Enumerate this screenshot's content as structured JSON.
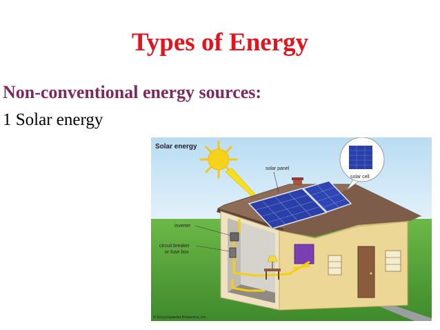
{
  "slide": {
    "title": "Types of Energy",
    "subtitle": "Non-conventional energy sources:",
    "bullet": "1 Solar energy"
  },
  "figure": {
    "heading": "Solar energy",
    "labels": {
      "solar_panel": "solar panel",
      "solar_cell": "solar cell",
      "inverter": "inverter",
      "circuit_breaker_line1": "circuit breaker",
      "circuit_breaker_line2": "or fuse box"
    },
    "credit": "© Encyclopædia Britannica, Inc."
  },
  "colors": {
    "title": "#e2141e",
    "subtitle": "#7a2a5e",
    "sky": "#cfe6f6",
    "grass": "#5aa53c",
    "roof": "#8a6a55",
    "wall": "#ecd797",
    "panel": "#2a3fa8",
    "sun": "#f7d21a",
    "wire": "#f4d010"
  }
}
